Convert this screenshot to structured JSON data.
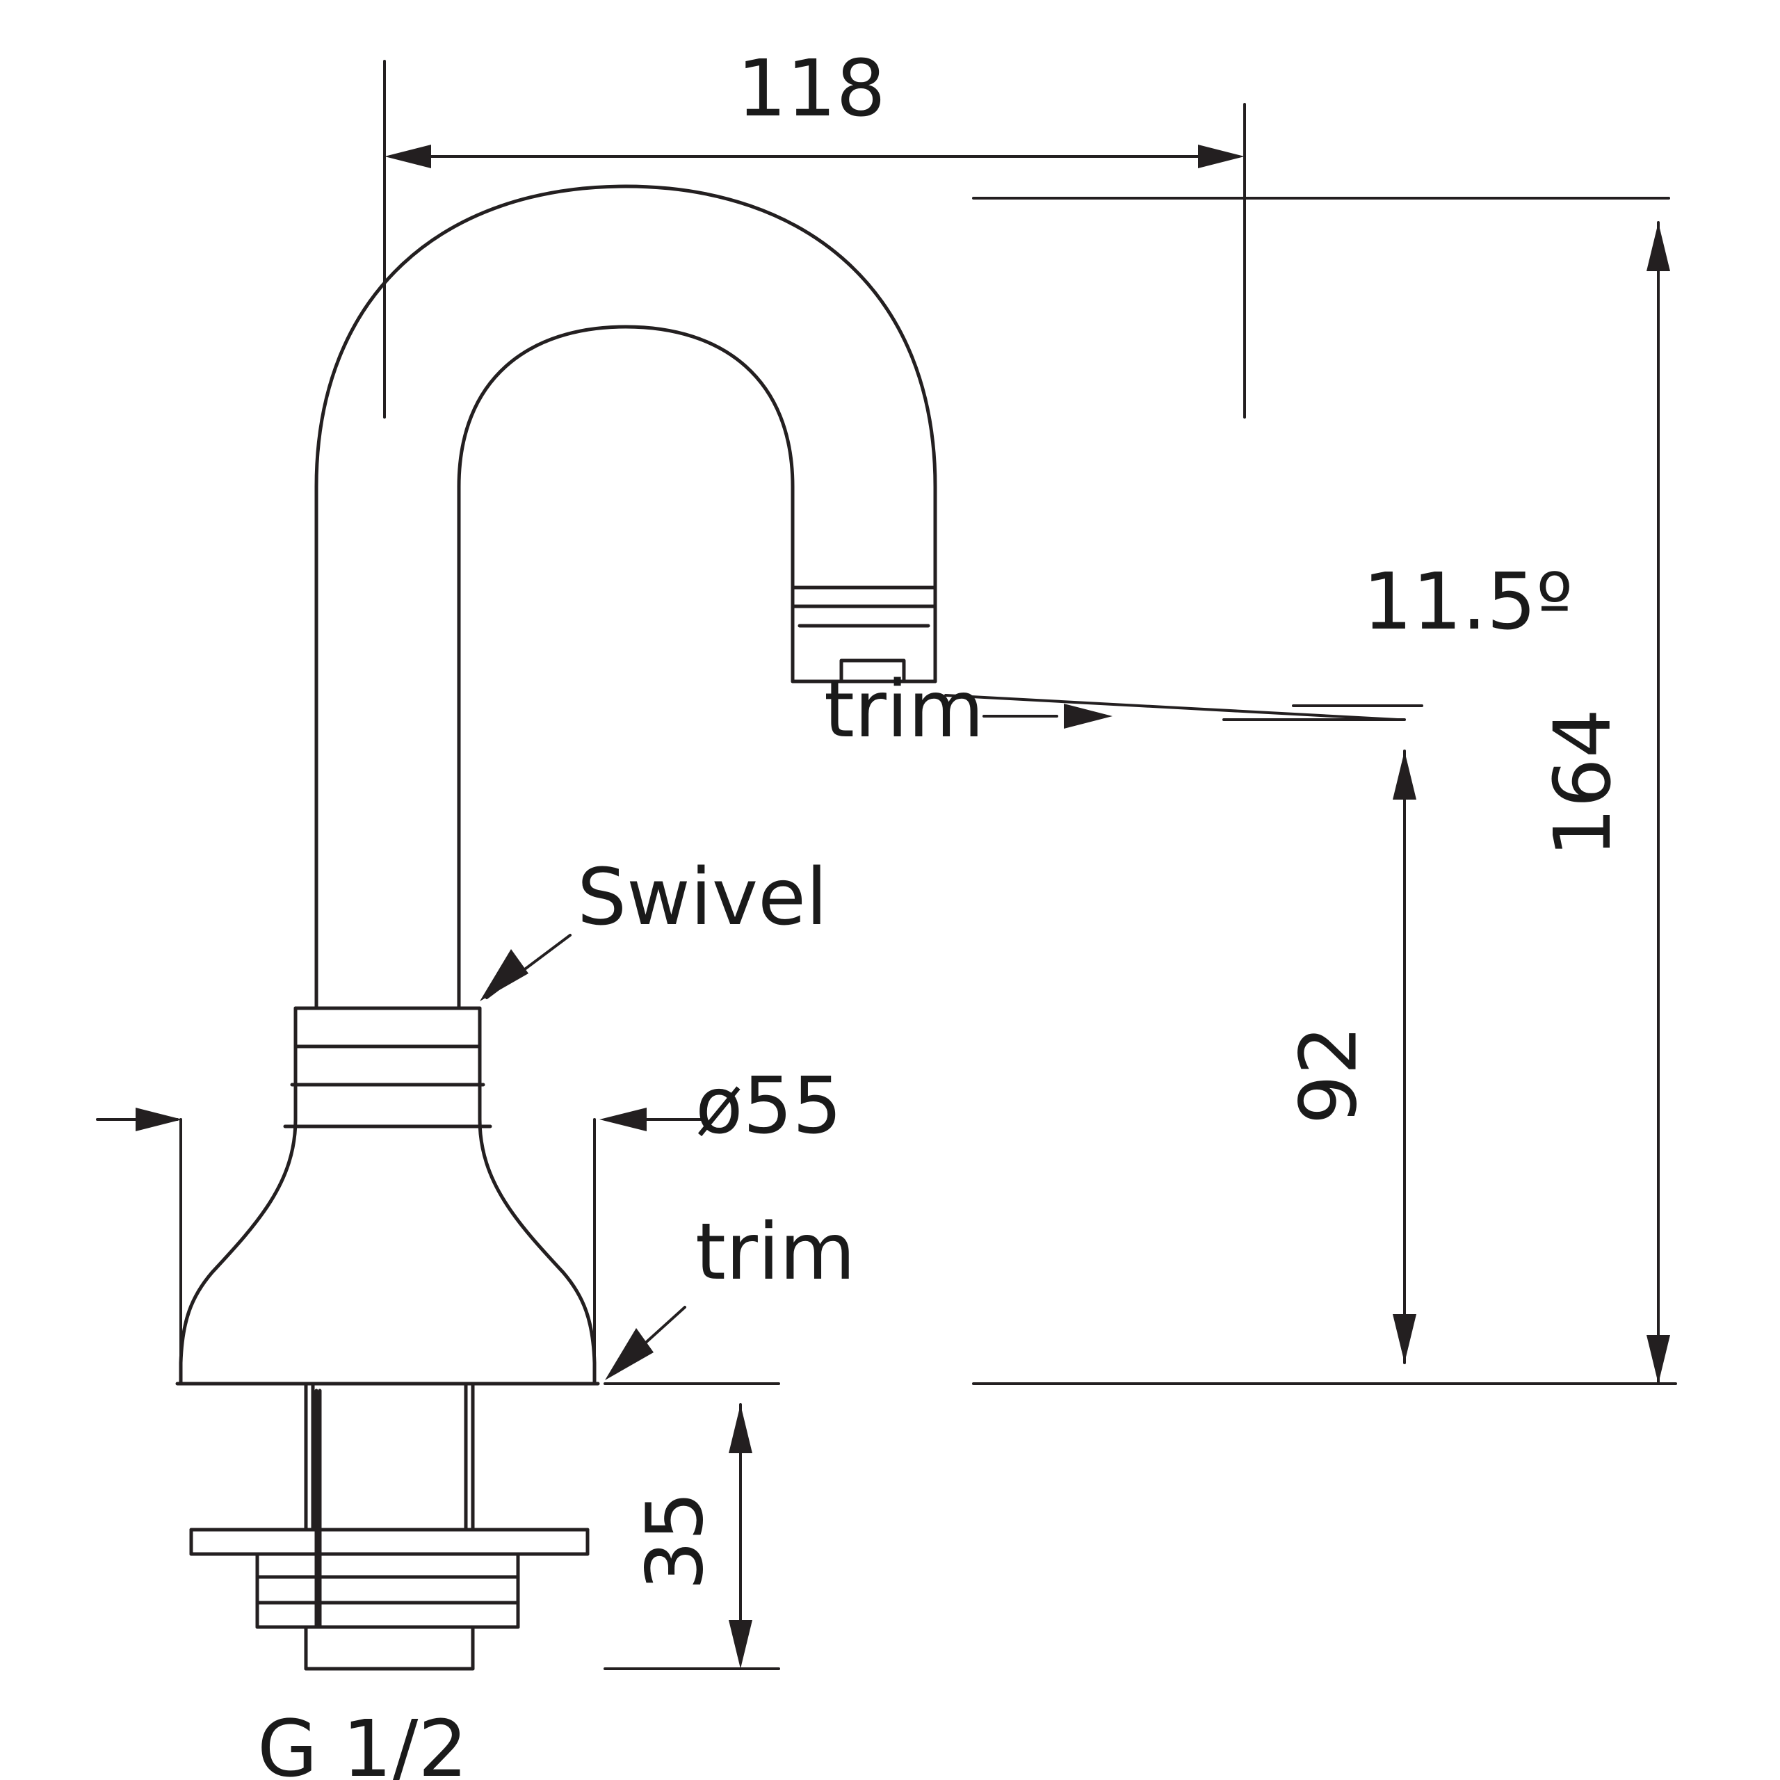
{
  "drawing": {
    "title": "Faucet technical dimension drawing",
    "line_color": "#231f20",
    "background": "#ffffff",
    "labels": {
      "width_top": "118",
      "height_total": "164",
      "height_spout": "92",
      "height_base": "35",
      "angle": "11.5º",
      "diameter_trim": "ø55",
      "trim_word": "trim",
      "trim_word_2": "trim",
      "swivel": "Swivel",
      "thread": "G 1/2"
    }
  }
}
